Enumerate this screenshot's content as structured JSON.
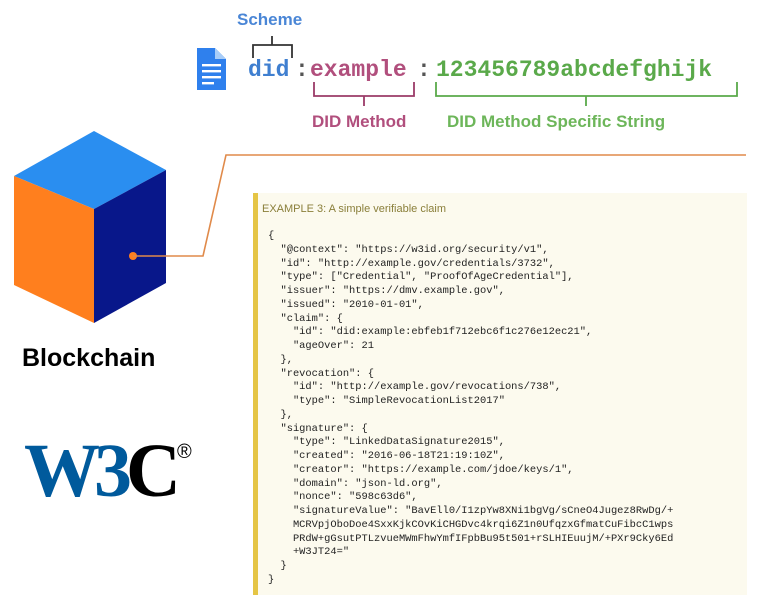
{
  "scheme_label": "Scheme",
  "did_parts": {
    "scheme": "did",
    "colon1": ":",
    "method": "example",
    "colon2": ":",
    "specific": "123456789abcdefghijk"
  },
  "method_label": "DID Method",
  "specific_label": "DID Method Specific String",
  "blockchain_label": "Blockchain",
  "w3c_logo": {
    "text_w3": "W3",
    "text_c": "C",
    "registered": "®"
  },
  "example": {
    "title": "EXAMPLE 3: A simple verifiable claim",
    "code": "{\n  \"@context\": \"https://w3id.org/security/v1\",\n  \"id\": \"http://example.gov/credentials/3732\",\n  \"type\": [\"Credential\", \"ProofOfAgeCredential\"],\n  \"issuer\": \"https://dmv.example.gov\",\n  \"issued\": \"2010-01-01\",\n  \"claim\": {\n    \"id\": \"did:example:ebfeb1f712ebc6f1c276e12ec21\",\n    \"ageOver\": 21\n  },\n  \"revocation\": {\n    \"id\": \"http://example.gov/revocations/738\",\n    \"type\": \"SimpleRevocationList2017\"\n  },\n  \"signature\": {\n    \"type\": \"LinkedDataSignature2015\",\n    \"created\": \"2016-06-18T21:19:10Z\",\n    \"creator\": \"https://example.com/jdoe/keys/1\",\n    \"domain\": \"json-ld.org\",\n    \"nonce\": \"598c63d6\",\n    \"signatureValue\": \"BavEll0/I1zpYw8XNi1bgVg/sCneO4Jugez8RwDg/+\n    MCRVpjOboDoe4SxxKjkCOvKiCHGDvc4krqi6Z1n0UfqzxGfmatCuFibcC1wps\n    PRdW+gGsutPTLzvueMWmFhwYmfIFpbBu95t501+rSLHIEuujM/+PXr9Cky6Ed\n    +W3JT24=\"\n  }\n}"
  },
  "colors": {
    "scheme": "#4a86d6",
    "method": "#b14f7d",
    "specific": "#6db65a",
    "connector": "#e08a4a",
    "cube_top": "#2a8ef0",
    "cube_left": "#ff7f1e",
    "cube_right": "#08178a",
    "w3c_blue": "#005a9c",
    "code_border": "#e5c545",
    "code_bg": "#fcfaee"
  }
}
